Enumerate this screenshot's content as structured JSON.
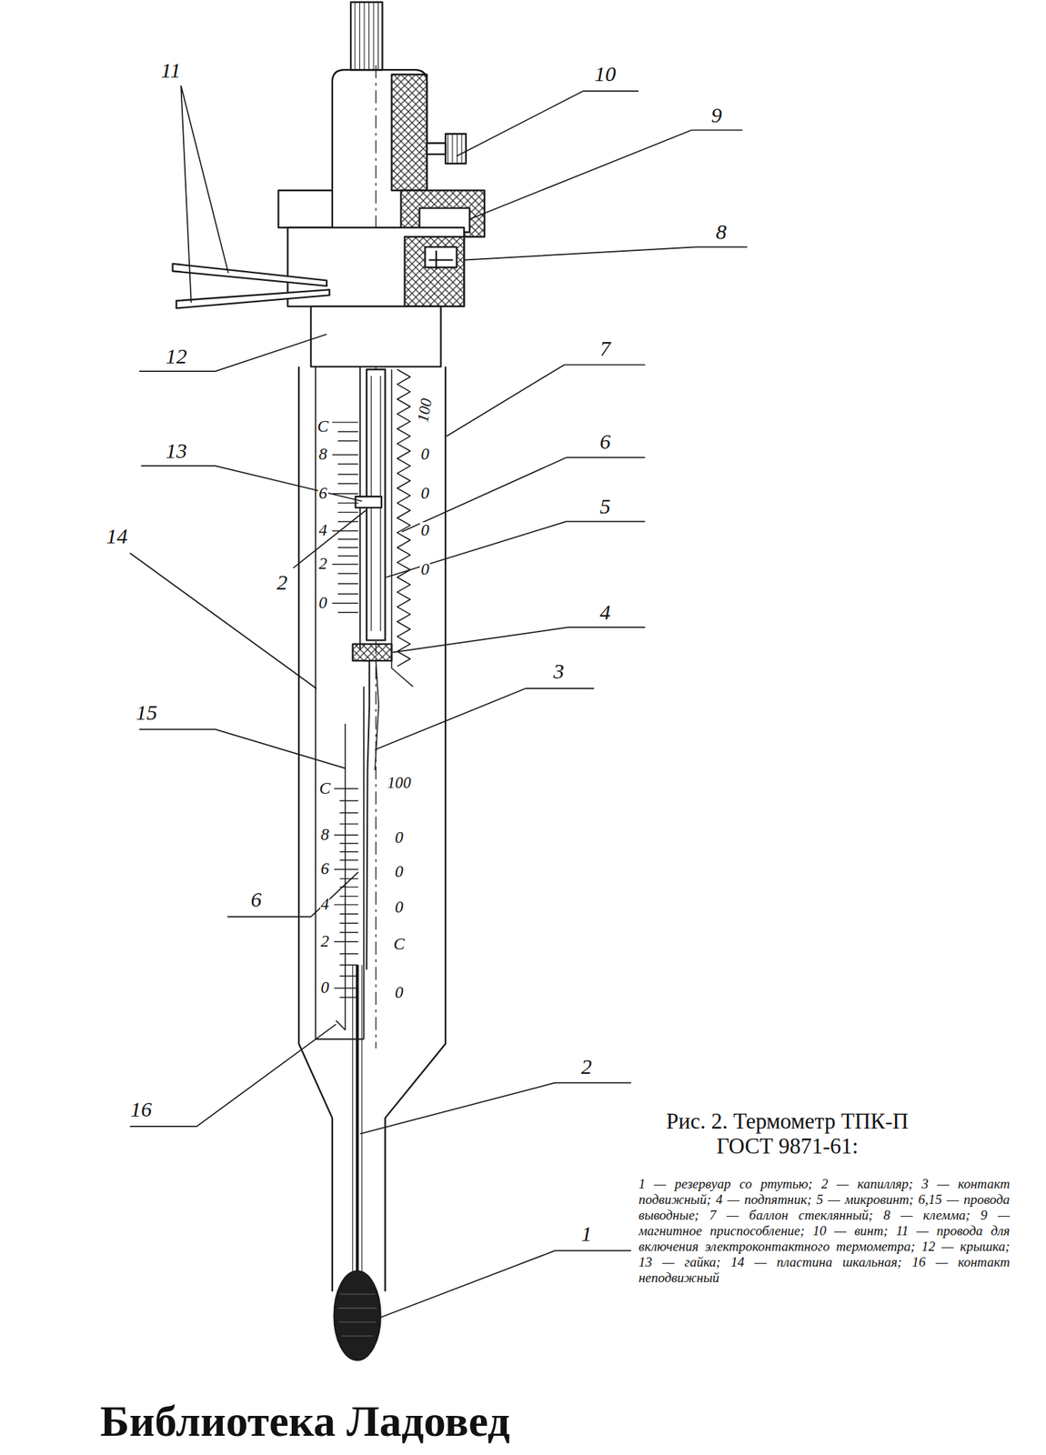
{
  "diagram": {
    "caption": "Рис. 2. Термометр ТПК-П ГОСТ 9871-61:",
    "labels": [
      "11",
      "10",
      "9",
      "8",
      "12",
      "7",
      "13",
      "6",
      "2",
      "14",
      "5",
      "4",
      "15",
      "3",
      "6",
      "2",
      "16",
      "1",
      "С",
      "8",
      "6",
      "4",
      "2",
      "0",
      "100",
      "0",
      "0",
      "0",
      "0",
      "С",
      "8",
      "6",
      "4",
      "2",
      "0",
      "100",
      "0",
      "0",
      "0",
      "С",
      "0",
      "1 — резервуар со ртутью; 2 — капилляр; 3 — контакт подвижный; 4 — подпятник; 5 — микровинт; 6,15 — провода выводные; 7 — баллон стеклянный; 8 — клемма; 9 — магнитное приспособление; 10 — винт; 11 — провода для включения электроконтактного термометра; 12 — крышка; 13 — гайка; 14 — пластина шкальная; 16 — контакт неподвижный",
      "Библиотека Ладовед"
    ]
  }
}
